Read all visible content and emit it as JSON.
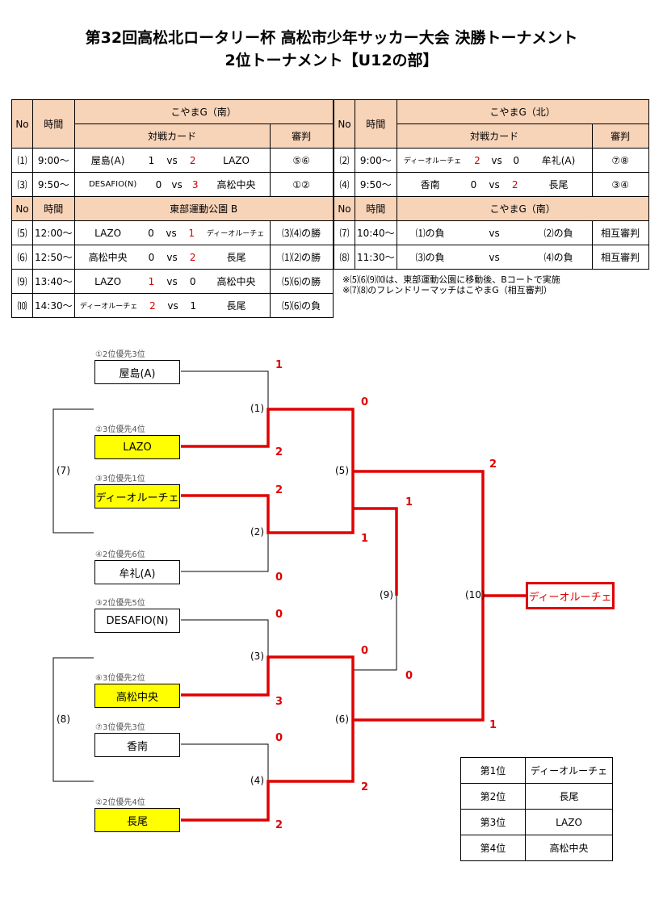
{
  "title_line1": "第32回高松北ロータリー杯 高松市少年サッカー大会 決勝トーナメント",
  "title_line2": "2位トーナメント【U12の部】",
  "headers": {
    "no": "No",
    "time": "時間",
    "card": "対戦カード",
    "referee": "審判",
    "vs": "vs"
  },
  "venues": {
    "koyama_south": "こやまG（南）",
    "koyama_north": "こやまG（北）",
    "tobu_b": "東部運動公園 B"
  },
  "matches": {
    "m1": {
      "no": "⑴",
      "time": "9:00〜",
      "home": "屋島(A)",
      "hs": "1",
      "as": "2",
      "away": "LAZO",
      "ref": "⑤⑥"
    },
    "m2": {
      "no": "⑵",
      "time": "9:00〜",
      "home": "ディーオルーチェ",
      "hs": "2",
      "as": "0",
      "away": "牟礼(A)",
      "ref": "⑦⑧"
    },
    "m3": {
      "no": "⑶",
      "time": "9:50〜",
      "home": "DESAFIO(N)",
      "hs": "0",
      "as": "3",
      "away": "高松中央",
      "ref": "①②"
    },
    "m4": {
      "no": "⑷",
      "time": "9:50〜",
      "home": "香南",
      "hs": "0",
      "as": "2",
      "away": "長尾",
      "ref": "③④"
    },
    "m5": {
      "no": "⑸",
      "time": "12:00〜",
      "home": "LAZO",
      "hs": "0",
      "as": "1",
      "away": "ディーオルーチェ",
      "ref": "⑶⑷の勝"
    },
    "m6": {
      "no": "⑹",
      "time": "12:50〜",
      "home": "高松中央",
      "hs": "0",
      "as": "2",
      "away": "長尾",
      "ref": "⑴⑵の勝"
    },
    "m7": {
      "no": "⑺",
      "time": "10:40〜",
      "home": "⑴の負",
      "away": "⑵の負",
      "ref": "相互審判"
    },
    "m8": {
      "no": "⑻",
      "time": "11:30〜",
      "home": "⑶の負",
      "away": "⑷の負",
      "ref": "相互審判"
    },
    "m9": {
      "no": "⑼",
      "time": "13:40〜",
      "home": "LAZO",
      "hs": "1",
      "as": "0",
      "away": "高松中央",
      "ref": "⑸⑹の勝"
    },
    "m10": {
      "no": "⑽",
      "time": "14:30〜",
      "home": "ディーオルーチェ",
      "hs": "2",
      "as": "1",
      "away": "長尾",
      "ref": "⑸⑹の負"
    }
  },
  "notes": [
    "※⑸⑹⑼⑽は、東部運動公園に移動後、Bコートで実施",
    "※⑺⑻のフレンドリーマッチはこやまG（相互審判）"
  ],
  "bracket": {
    "teams": [
      {
        "seed": "①2位優先3位",
        "name": "屋島(A)",
        "highlight": false
      },
      {
        "seed": "②3位優先4位",
        "name": "LAZO",
        "highlight": true
      },
      {
        "seed": "③3位優先1位",
        "name": "ディーオルーチェ",
        "highlight": true
      },
      {
        "seed": "④2位優先6位",
        "name": "牟礼(A)",
        "highlight": false
      },
      {
        "seed": "③2位優先5位",
        "name": "DESAFIO(N)",
        "highlight": false
      },
      {
        "seed": "⑥3位優先2位",
        "name": "高松中央",
        "highlight": true
      },
      {
        "seed": "⑦3位優先3位",
        "name": "香南",
        "highlight": false
      },
      {
        "seed": "②2位優先4位",
        "name": "長尾",
        "highlight": true
      }
    ],
    "match_labels": {
      "m1": "(1)",
      "m2": "(2)",
      "m3": "(3)",
      "m4": "(4)",
      "m5": "(5)",
      "m6": "(6)",
      "m7": "(7)",
      "m8": "(8)",
      "m9": "(9)",
      "m10": "(10)"
    },
    "scores": {
      "r1_t1": "1",
      "r1_t2": "2",
      "r1_t3": "2",
      "r1_t4": "0",
      "r1_t5": "0",
      "r1_t6": "3",
      "r1_t7": "0",
      "r1_t8": "2",
      "m1_up": "0",
      "m2_dn": "1",
      "m3_up": "0",
      "m4_dn": "2",
      "m5_up": "2",
      "m5_dn": "1",
      "m6_up": "0",
      "m6_dn": "1"
    },
    "champion": "ディーオルーチェ"
  },
  "ranking": [
    {
      "place": "第1位",
      "team": "ディーオルーチェ"
    },
    {
      "place": "第2位",
      "team": "長尾"
    },
    {
      "place": "第3位",
      "team": "LAZO"
    },
    {
      "place": "第4位",
      "team": "高松中央"
    }
  ],
  "colors": {
    "highlight": "#ffff00",
    "winner_line": "#e00000",
    "header_bg": "#f7d3b8",
    "score_red": "#d40000"
  }
}
